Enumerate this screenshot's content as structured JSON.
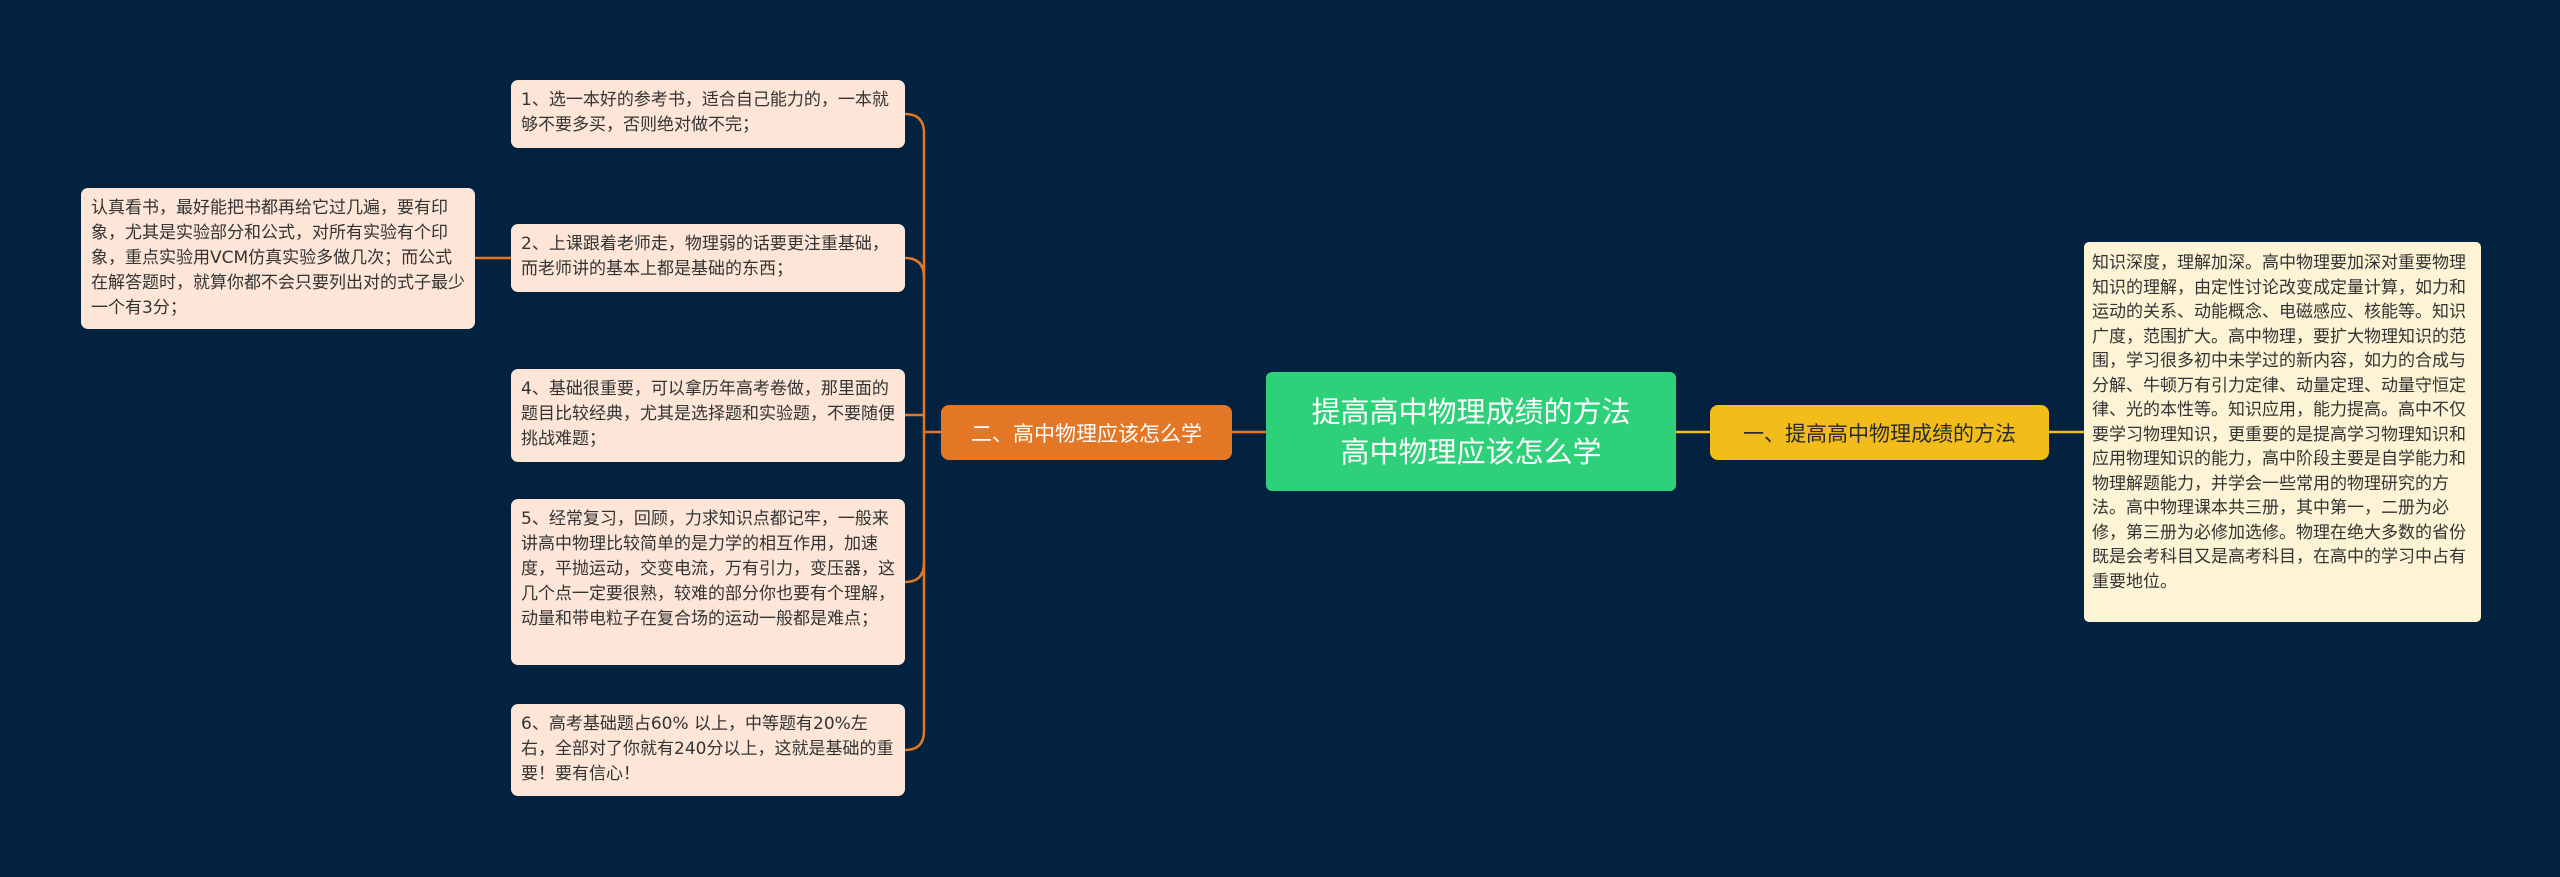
{
  "colors": {
    "background": "#032240",
    "central": "#2fd07a",
    "branch_left": "#e37726",
    "branch_right": "#f2bd1a",
    "leaf": "#fde6d7",
    "leaf_right": "#fdf4d6",
    "line_left": "#e37726",
    "line_right": "#f2bd1a"
  },
  "central": {
    "line1": "提高高中物理成绩的方法",
    "line2": "高中物理应该怎么学"
  },
  "branches": {
    "left": {
      "label": "二、高中物理应该怎么学",
      "items": [
        "1、选一本好的参考书，适合自己能力的，一本就够不要多买，否则绝对做不完；",
        "2、上课跟着老师走，物理弱的话要更注重基础，而老师讲的基本上都是基础的东西；",
        "4、基础很重要，可以拿历年高考卷做，那里面的题目比较经典，尤其是选择题和实验题，不要随便挑战难题；",
        "5、经常复习，回顾，力求知识点都记牢，一般来讲高中物理比较简单的是力学的相互作用，加速度，平抛运动，交变电流，万有引力，变压器，这几个点一定要很熟，较难的部分你也要有个理解，动量和带电粒子在复合场的运动一般都是难点；",
        "6、高考基础题占60% 以上，中等题有20%左右，全部对了你就有240分以上，这就是基础的重要！要有信心！"
      ],
      "sub_item": "认真看书，最好能把书都再给它过几遍，要有印象，尤其是实验部分和公式，对所有实验有个印象，重点实验用VCM仿真实验多做几次；而公式在解答题时，就算你都不会只要列出对的式子最少一个有3分；"
    },
    "right": {
      "label": "一、提高高中物理成绩的方法",
      "detail": "知识深度，理解加深。高中物理要加深对重要物理知识的理解，由定性讨论改变成定量计算，如力和运动的关系、动能概念、电磁感应、核能等。知识广度，范围扩大。高中物理，要扩大物理知识的范围，学习很多初中未学过的新内容，如力的合成与分解、牛顿万有引力定律、动量定理、动量守恒定律、光的本性等。知识应用，能力提高。高中不仅要学习物理知识，更重要的是提高学习物理知识和应用物理知识的能力，高中阶段主要是自学能力和物理解题能力，并学会一些常用的物理研究的方法。高中物理课本共三册，其中第一，二册为必修，第三册为必修加选修。物理在绝大多数的省份既是会考科目又是高考科目，在高中的学习中占有重要地位。"
    }
  }
}
